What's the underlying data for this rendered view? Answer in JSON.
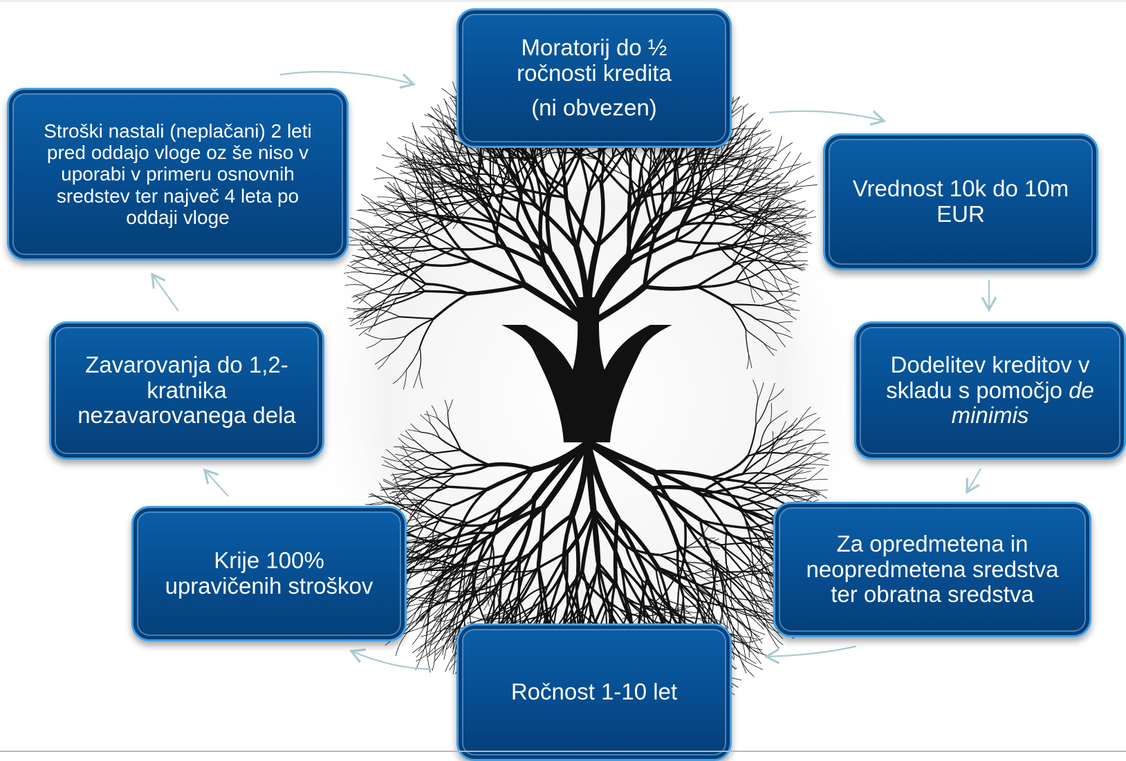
{
  "diagram": {
    "boxes": [
      {
        "id": "moratorij",
        "lines": [
          "Moratorij do ½",
          "ročnosti kredita",
          "(ni obvezen)"
        ]
      },
      {
        "id": "vrednost",
        "lines": [
          "Vrednost 10k do 10m",
          "EUR"
        ]
      },
      {
        "id": "dodelitev",
        "lines": [
          "Dodelitev kreditov v",
          "skladu s pomočjo"
        ],
        "italic": [
          "de",
          "minimis"
        ]
      },
      {
        "id": "sredstva",
        "lines": [
          "Za opredmetena in",
          "neopredmetena sredstva",
          "ter obratna sredstva"
        ]
      },
      {
        "id": "rocnost",
        "lines": [
          "Ročnost 1-10 let"
        ]
      },
      {
        "id": "krije",
        "lines": [
          "Krije 100%",
          "upravičenih stroškov"
        ]
      },
      {
        "id": "zavarovanja",
        "lines": [
          "Zavarovanja do 1,2-",
          "kratnika",
          "nezavarovanega dela"
        ]
      },
      {
        "id": "stroski",
        "lines": [
          "Stroški nastali (neplačani) 2 leti",
          "pred oddajo vloge oz še niso v",
          "uporabi v primeru osnovnih",
          "sredstev ter največ 4 leta po",
          "oddaji vloge"
        ]
      }
    ],
    "colors": {
      "box_fill": "#064d8f",
      "box_border": "#3fa0e6",
      "box_text": "#ffffff",
      "arrow": "#a9cbd0",
      "tree": "#111111"
    },
    "tree_image": "tree-with-roots-icon"
  }
}
